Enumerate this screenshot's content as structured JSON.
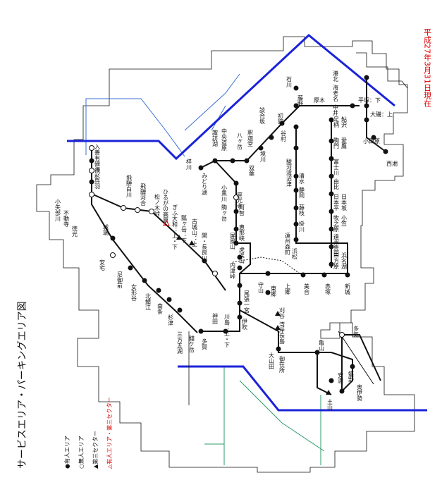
{
  "title": "サービスエリア・パーキングエリア図",
  "date": "平成27年3月31日現在",
  "legend": [
    {
      "symbol": "●",
      "text": "有人エリア"
    },
    {
      "symbol": "○",
      "text": "無人エリア"
    },
    {
      "symbol": "▲",
      "text": "第三セクター"
    },
    {
      "symbol": "△",
      "text": "有人エリア・第三セクター"
    }
  ],
  "colors": {
    "boundary": "#1a23d8",
    "river": "#3a6fd8",
    "green": "#2e9a6a",
    "warn": "#e00000"
  },
  "stations": [
    {
      "name": "入善",
      "type": "unmanned"
    },
    {
      "name": "有磯海",
      "type": "manned"
    },
    {
      "name": "流杉",
      "type": "unmanned"
    },
    {
      "name": "呉羽",
      "type": "manned"
    },
    {
      "name": "城端",
      "type": "manned"
    },
    {
      "name": "飛騨白川",
      "type": "unmanned"
    },
    {
      "name": "飛騨河合",
      "type": "unmanned"
    },
    {
      "name": "松ノ木峠",
      "type": "unmanned"
    },
    {
      "name": "ひるがの高原",
      "type": "third_manned"
    },
    {
      "name": "ぎふ大和：上・下",
      "type": "third"
    },
    {
      "name": "瓢ヶ岳：下",
      "type": "third"
    },
    {
      "name": "古城山：上",
      "type": "manned"
    },
    {
      "name": "関・長良川",
      "type": "unmanned"
    },
    {
      "name": "小矢部川",
      "type": "manned"
    },
    {
      "name": "不動寺",
      "type": "manned"
    },
    {
      "name": "徳光",
      "type": "manned"
    },
    {
      "name": "安宅",
      "type": "unmanned"
    },
    {
      "name": "尼御前",
      "type": "manned"
    },
    {
      "name": "女形谷",
      "type": "manned"
    },
    {
      "name": "北鯖江",
      "type": "manned"
    },
    {
      "name": "南条",
      "type": "manned"
    },
    {
      "name": "杉津",
      "type": "manned"
    },
    {
      "name": "三方五湖",
      "type": "manned"
    },
    {
      "name": "賤ケ岳",
      "type": "manned"
    },
    {
      "name": "多賀",
      "type": "manned"
    },
    {
      "name": "神田",
      "type": "manned"
    },
    {
      "name": "川島：上・下",
      "type": "manned"
    },
    {
      "name": "伊吹",
      "type": "manned"
    },
    {
      "name": "尾張一宮",
      "type": "manned"
    },
    {
      "name": "守山",
      "type": "manned"
    },
    {
      "name": "上郷",
      "type": "manned"
    },
    {
      "name": "東郷",
      "type": "manned"
    },
    {
      "name": "刈谷",
      "type": "third"
    },
    {
      "name": "湾岸長島",
      "type": "third"
    },
    {
      "name": "大山田",
      "type": "manned"
    },
    {
      "name": "御在所",
      "type": "manned"
    },
    {
      "name": "亀山",
      "type": "manned"
    },
    {
      "name": "安濃",
      "type": "manned"
    },
    {
      "name": "嬉野",
      "type": "manned"
    },
    {
      "name": "奥伊勢",
      "type": "manned"
    },
    {
      "name": "多気",
      "type": "unmanned"
    },
    {
      "name": "土山",
      "type": "third"
    },
    {
      "name": "梓川",
      "type": "manned"
    },
    {
      "name": "みどり湖",
      "type": "manned"
    },
    {
      "name": "諏訪湖",
      "type": "manned"
    },
    {
      "name": "中央道原",
      "type": "manned"
    },
    {
      "name": "八ヶ岳",
      "type": "manned"
    },
    {
      "name": "双葉",
      "type": "manned"
    },
    {
      "name": "境川",
      "type": "manned"
    },
    {
      "name": "談合坂",
      "type": "manned"
    },
    {
      "name": "初狩",
      "type": "manned"
    },
    {
      "name": "藤野",
      "type": "manned"
    },
    {
      "name": "石川",
      "type": "manned"
    },
    {
      "name": "谷村",
      "type": "manned"
    },
    {
      "name": "釈迦堂",
      "type": "manned"
    },
    {
      "name": "駒ヶ岳",
      "type": "manned"
    },
    {
      "name": "小黒川",
      "type": "manned"
    },
    {
      "name": "座光寺",
      "type": "unmanned"
    },
    {
      "name": "阿智",
      "type": "manned"
    },
    {
      "name": "恵那峡",
      "type": "manned"
    },
    {
      "name": "屏風山",
      "type": "manned"
    },
    {
      "name": "虎渓山",
      "type": "manned"
    },
    {
      "name": "内津峠",
      "type": "manned"
    },
    {
      "name": "足柄",
      "type": "manned"
    },
    {
      "name": "鮎沢",
      "type": "manned"
    },
    {
      "name": "駒門",
      "type": "manned"
    },
    {
      "name": "愛鷹",
      "type": "manned"
    },
    {
      "name": "富士川",
      "type": "manned"
    },
    {
      "name": "由比",
      "type": "manned"
    },
    {
      "name": "日本平",
      "type": "manned"
    },
    {
      "name": "日本坂",
      "type": "manned"
    },
    {
      "name": "牧之原",
      "type": "manned"
    },
    {
      "name": "小笠",
      "type": "manned"
    },
    {
      "name": "遠州豊田",
      "type": "manned"
    },
    {
      "name": "三方原",
      "type": "manned"
    },
    {
      "name": "浜名湖",
      "type": "manned"
    },
    {
      "name": "赤塚",
      "type": "manned"
    },
    {
      "name": "美合",
      "type": "manned"
    },
    {
      "name": "新城",
      "type": "manned"
    },
    {
      "name": "清水",
      "type": "manned"
    },
    {
      "name": "静岡",
      "type": "manned"
    },
    {
      "name": "藤枝",
      "type": "manned"
    },
    {
      "name": "掛川",
      "type": "manned"
    },
    {
      "name": "遠州森町",
      "type": "manned"
    },
    {
      "name": "浜松",
      "type": "manned"
    },
    {
      "name": "駿河湾沼津",
      "type": "manned"
    },
    {
      "name": "港北",
      "type": "manned"
    },
    {
      "name": "海老名",
      "type": "manned"
    },
    {
      "name": "厚木",
      "type": "manned"
    },
    {
      "name": "中井",
      "type": "manned"
    },
    {
      "name": "平塚：下",
      "type": "manned"
    },
    {
      "name": "大磯：上",
      "type": "manned"
    },
    {
      "name": "小田原",
      "type": "manned"
    },
    {
      "name": "西湘",
      "type": "manned"
    }
  ]
}
